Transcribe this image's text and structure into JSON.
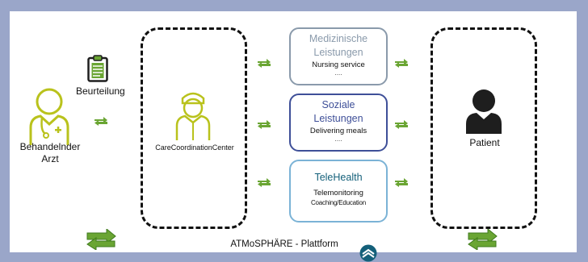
{
  "doctor": {
    "label_line1": "Behandelnder",
    "label_line2": "Arzt",
    "assessment": "Beurteilung"
  },
  "ccc": {
    "label": "CareCoordinationCenter"
  },
  "services": [
    {
      "title_line1": "Medizinische",
      "title_line2": "Leistungen",
      "sub1": "Nursing service",
      "dots": "....",
      "color": "#8a9aab"
    },
    {
      "title_line1": "Soziale",
      "title_line2": "Leistungen",
      "sub1": "Delivering meals",
      "dots": "....",
      "color": "#3e4f98"
    },
    {
      "title_line1": "TeleHealth",
      "sub1": "Telemonitoring",
      "sub2": "Coaching/Education",
      "color": "#7bb3d6"
    }
  ],
  "patient": {
    "label": "Patient"
  },
  "platform": {
    "label": "ATMoSPHÄRE - Plattform"
  },
  "colors": {
    "green": "#6aa533",
    "olive": "#b9c21c",
    "dark": "#1e1e1e",
    "teal": "#14607a"
  }
}
